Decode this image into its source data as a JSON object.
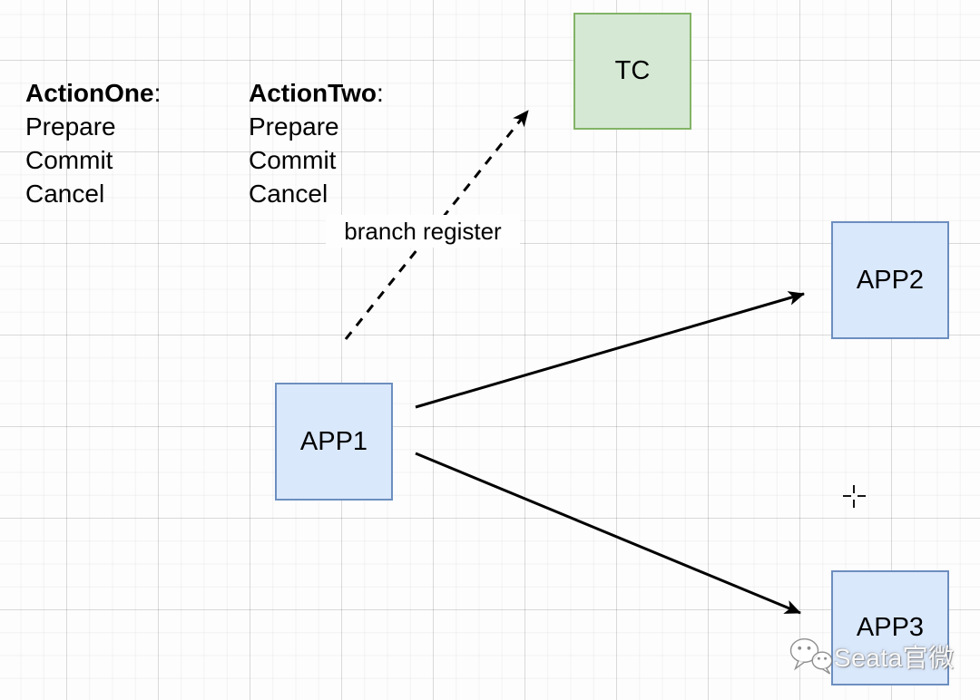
{
  "canvas": {
    "notes": {
      "columns": [
        {
          "title": "ActionOne",
          "colon": ":",
          "items": [
            "Prepare",
            "Commit",
            "Cancel"
          ]
        },
        {
          "title": "ActionTwo",
          "colon": ":",
          "items": [
            "Prepare",
            "Commit",
            "Cancel"
          ]
        }
      ]
    },
    "nodes": {
      "tc": {
        "label": "TC",
        "fill": "#d5e8d4",
        "border": "#82b366"
      },
      "app1": {
        "label": "APP1",
        "fill": "#dae8fc",
        "border": "#6c8ebf"
      },
      "app2": {
        "label": "APP2",
        "fill": "#dae8fc",
        "border": "#6c8ebf"
      },
      "app3": {
        "label": "APP3",
        "fill": "#dae8fc",
        "border": "#6c8ebf"
      }
    },
    "edges": [
      {
        "from": "APP1",
        "to": "TC",
        "style": "dashed",
        "label": "branch register"
      },
      {
        "from": "APP1",
        "to": "APP2",
        "style": "solid",
        "label": ""
      },
      {
        "from": "APP1",
        "to": "APP3",
        "style": "solid",
        "label": ""
      }
    ],
    "arrow_color": "#000000",
    "grid": {
      "background": "#fdfdfd",
      "minor_line": "#f1f1f1",
      "major_line": "#e4e4e6"
    }
  },
  "watermark": {
    "icon": "wechat-icon",
    "text": "Seata官微"
  },
  "cursor": {
    "type": "crosshair"
  }
}
